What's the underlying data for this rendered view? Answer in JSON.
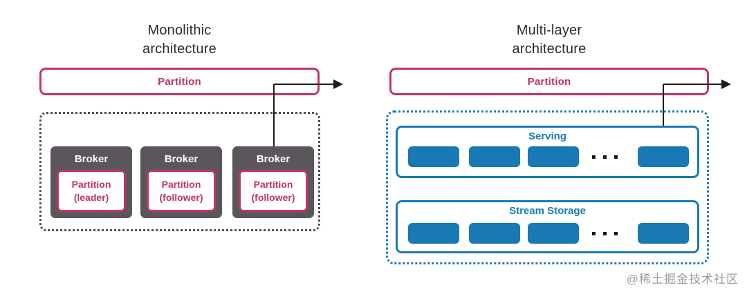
{
  "colors": {
    "pink_accent": "#c2336b",
    "blue_accent": "#1879b5",
    "broker_gray": "#5a565b",
    "dotted_gray": "#4c4c4c",
    "arrow_black": "#1c1c1c",
    "title_text": "#2b2b2b",
    "watermark_gray": "#9a9a9a"
  },
  "icons": {
    "flow_arrow": "right-arrowhead",
    "ellipsis": "three-square-dots"
  },
  "left": {
    "title": [
      "Monolithic",
      "architecture"
    ],
    "partition_label": "Partition",
    "brokers": [
      {
        "title": "Broker",
        "partition": "Partition",
        "role": "(leader)"
      },
      {
        "title": "Broker",
        "partition": "Partition",
        "role": "(follower)"
      },
      {
        "title": "Broker",
        "partition": "Partition",
        "role": "(follower)"
      }
    ]
  },
  "right": {
    "title": [
      "Multi-layer",
      "architecture"
    ],
    "partition_label": "Partition",
    "layers": [
      {
        "label": "Serving",
        "nodes_before_ellipsis": 3,
        "nodes_after_ellipsis": 1
      },
      {
        "label": "Stream Storage",
        "nodes_before_ellipsis": 3,
        "nodes_after_ellipsis": 1
      }
    ]
  },
  "watermark": "@稀土掘金技术社区"
}
